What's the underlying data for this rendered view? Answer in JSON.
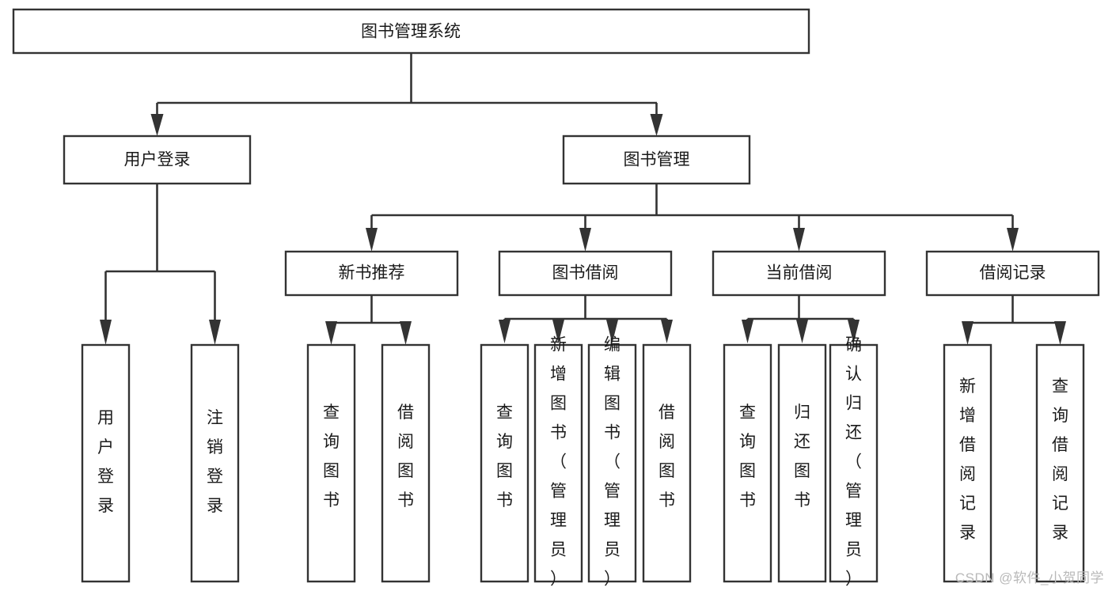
{
  "diagram": {
    "type": "tree-hierarchy-chart",
    "title": "图书管理系统",
    "watermark": "CSDN @软件_小贺同学",
    "colors": {
      "box_stroke": "#333333",
      "box_fill": "#ffffff",
      "line": "#333333",
      "text": "#1a1a1a",
      "watermark": "#b9b9b9",
      "background": "#ffffff"
    },
    "levels": [
      {
        "level": 1,
        "nodes": [
          {
            "id": "root",
            "label": "图书管理系统",
            "orientation": "horizontal"
          }
        ]
      },
      {
        "level": 2,
        "nodes": [
          {
            "id": "login",
            "label": "用户登录",
            "orientation": "horizontal",
            "parent": "root"
          },
          {
            "id": "bookmgmt",
            "label": "图书管理",
            "orientation": "horizontal",
            "parent": "root"
          }
        ]
      },
      {
        "level": 3,
        "nodes": [
          {
            "id": "newbook",
            "label": "新书推荐",
            "orientation": "horizontal",
            "parent": "bookmgmt"
          },
          {
            "id": "borrow",
            "label": "图书借阅",
            "orientation": "horizontal",
            "parent": "bookmgmt"
          },
          {
            "id": "current",
            "label": "当前借阅",
            "orientation": "horizontal",
            "parent": "bookmgmt"
          },
          {
            "id": "record",
            "label": "借阅记录",
            "orientation": "horizontal",
            "parent": "bookmgmt"
          }
        ]
      },
      {
        "level": 4,
        "nodes": [
          {
            "id": "leaf1",
            "label": "用户登录",
            "orientation": "vertical",
            "parent": "login"
          },
          {
            "id": "leaf2",
            "label": "注销登录",
            "orientation": "vertical",
            "parent": "login"
          },
          {
            "id": "leaf3",
            "label": "查询图书",
            "orientation": "vertical",
            "parent": "newbook"
          },
          {
            "id": "leaf4",
            "label": "借阅图书",
            "orientation": "vertical",
            "parent": "newbook"
          },
          {
            "id": "leaf5",
            "label": "查询图书",
            "orientation": "vertical",
            "parent": "borrow"
          },
          {
            "id": "leaf6",
            "label": "新增图书（管理员）",
            "orientation": "vertical",
            "parent": "borrow"
          },
          {
            "id": "leaf7",
            "label": "编辑图书（管理员）",
            "orientation": "vertical",
            "parent": "borrow"
          },
          {
            "id": "leaf8",
            "label": "借阅图书",
            "orientation": "vertical",
            "parent": "borrow"
          },
          {
            "id": "leaf9",
            "label": "查询图书",
            "orientation": "vertical",
            "parent": "current"
          },
          {
            "id": "leaf10",
            "label": "归还图书",
            "orientation": "vertical",
            "parent": "current"
          },
          {
            "id": "leaf11",
            "label": "确认归还（管理员）",
            "orientation": "vertical",
            "parent": "current"
          },
          {
            "id": "leaf12",
            "label": "新增借阅记录",
            "orientation": "vertical",
            "parent": "record"
          },
          {
            "id": "leaf13",
            "label": "查询借阅记录",
            "orientation": "vertical",
            "parent": "record"
          }
        ]
      }
    ]
  }
}
